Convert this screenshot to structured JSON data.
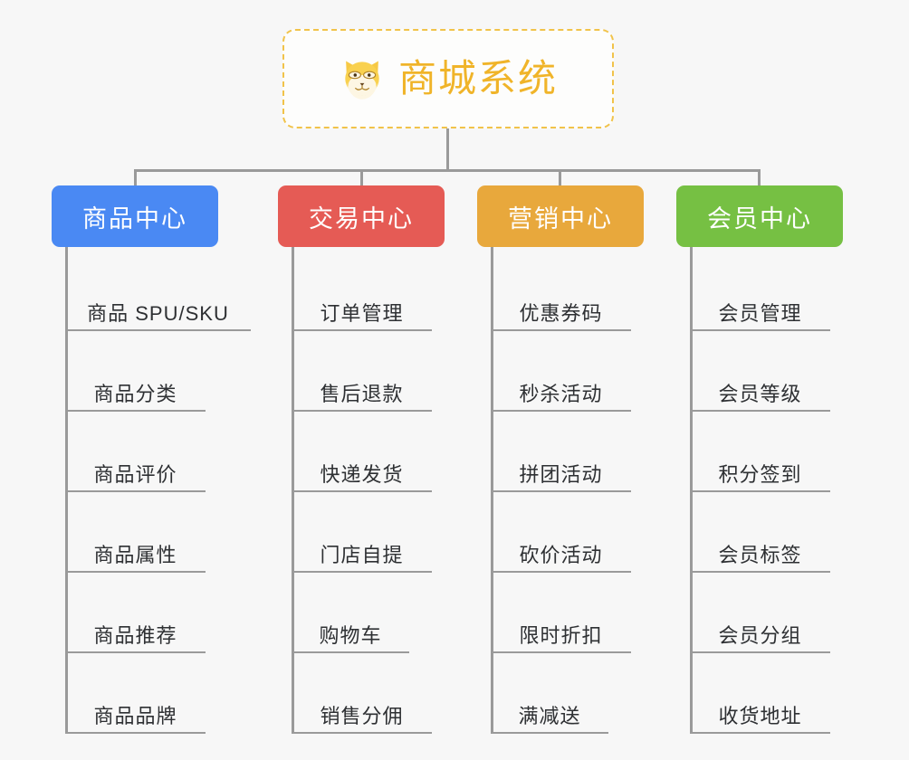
{
  "root": {
    "title": "商城系统",
    "icon": "shiba-inu-icon",
    "border_color": "#f1c34a",
    "text_color": "#f0b429",
    "background": "#fdfdfc"
  },
  "canvas": {
    "background": "#f7f7f7",
    "connector_color": "#9a9a9a"
  },
  "branches": [
    {
      "label": "商品中心",
      "color": "#4a89f3",
      "items": [
        "商品 SPU/SKU",
        "商品分类",
        "商品评价",
        "商品属性",
        "商品推荐",
        "商品品牌"
      ]
    },
    {
      "label": "交易中心",
      "color": "#e55b55",
      "items": [
        "订单管理",
        "售后退款",
        "快递发货",
        "门店自提",
        "购物车",
        "销售分佣"
      ]
    },
    {
      "label": "营销中心",
      "color": "#e8a83c",
      "items": [
        "优惠券码",
        "秒杀活动",
        "拼团活动",
        "砍价活动",
        "限时折扣",
        "满减送"
      ]
    },
    {
      "label": "会员中心",
      "color": "#76c043",
      "items": [
        "会员管理",
        "会员等级",
        "积分签到",
        "会员标签",
        "会员分组",
        "收货地址"
      ]
    }
  ]
}
